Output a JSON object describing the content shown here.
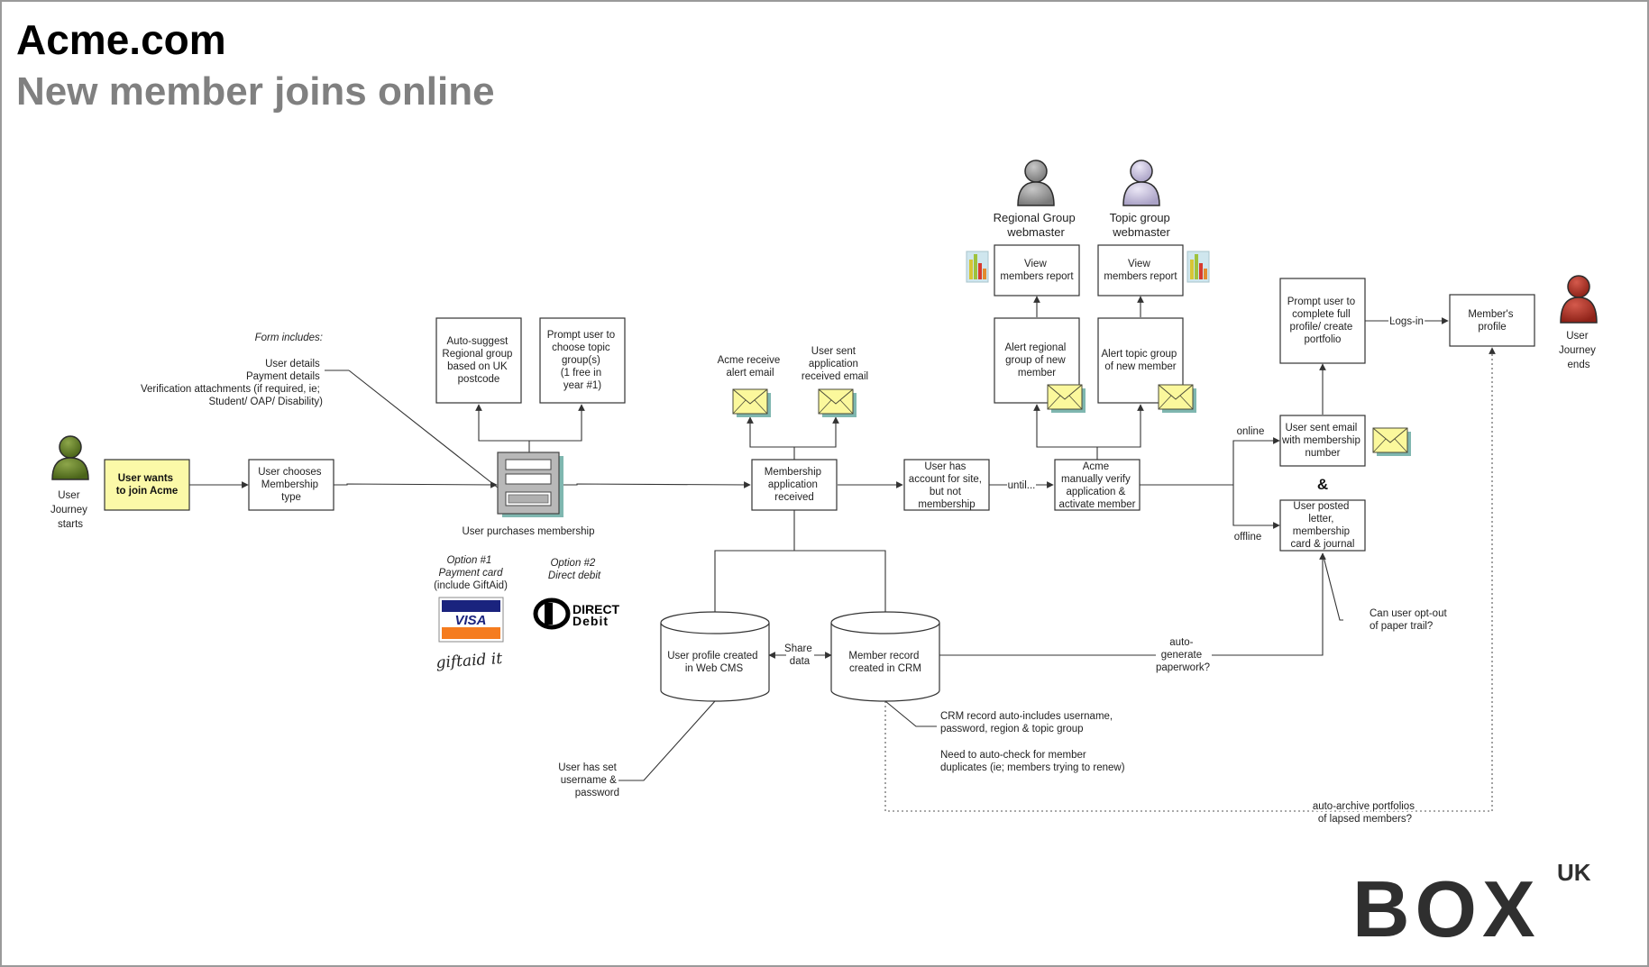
{
  "header": {
    "title": "Acme.com",
    "subtitle": "New member joins online"
  },
  "actors": {
    "start": [
      "User",
      "Journey",
      "starts"
    ],
    "end": [
      "User",
      "Journey",
      "ends"
    ],
    "regional": [
      "Regional Group",
      "webmaster"
    ],
    "topic": [
      "Topic group",
      "webmaster"
    ]
  },
  "colors": {
    "start_user": "#5d7a26",
    "end_user": "#b23a2e",
    "regional_user": "#9a9a9a",
    "topic_user": "#c9c3dc",
    "yellow_box": "#fbf9a8",
    "envelope": "#fbf89c"
  },
  "nodes": {
    "wants": [
      "User wants",
      "to join Acme"
    ],
    "chooses": [
      "User chooses",
      "Membership",
      "type"
    ],
    "autosuggest": [
      "Auto-suggest",
      "Regional group",
      "based on UK",
      "postcode"
    ],
    "prompt_topic": [
      "Prompt user to",
      "choose topic",
      "group(s)",
      "(1 free in",
      "year #1)"
    ],
    "purchases": "User purchases membership",
    "received": [
      "Membership",
      "application",
      "received"
    ],
    "account": [
      "User has",
      "account for site,",
      "but not",
      "membership"
    ],
    "verify": [
      "Acme",
      "manually verify",
      "application &",
      "activate member"
    ],
    "alert_regional": [
      "Alert regional",
      "group of new",
      "member"
    ],
    "alert_topic": [
      "Alert topic group",
      "of new member"
    ],
    "view_regional": [
      "View",
      "members report"
    ],
    "view_topic": [
      "View",
      "members report"
    ],
    "sent_email": [
      "User sent email",
      "with membership",
      "number"
    ],
    "posted": [
      "User posted",
      "letter,",
      "membership",
      "card & journal"
    ],
    "prompt_profile": [
      "Prompt user to",
      "complete full",
      "profile/ create",
      "portfolio"
    ],
    "members_profile": [
      "Member's",
      "profile"
    ],
    "cms": [
      "User profile created",
      "in Web CMS"
    ],
    "crm": [
      "Member record",
      "created in CRM"
    ]
  },
  "labels": {
    "form_title": "Form includes:",
    "form_items": [
      "User details",
      "Payment details",
      "Verification attachments (if required, ie;",
      "Student/ OAP/ Disability)"
    ],
    "option1": [
      "Option #1",
      "Payment card"
    ],
    "option1_note": "(include GiftAid)",
    "option2": [
      "Option #2",
      "Direct debit"
    ],
    "acme_alert": [
      "Acme receive",
      "alert email"
    ],
    "user_sent_received": [
      "User sent",
      "application",
      "received email"
    ],
    "until": "until...",
    "online": "online",
    "offline": "offline",
    "amp": "&",
    "logs_in": "Logs-in",
    "share": [
      "Share",
      "data"
    ],
    "auto_generate": [
      "auto-",
      "generate",
      "paperwork?"
    ],
    "opt_out": [
      "Can user opt-out",
      "of paper trail?"
    ],
    "crm_note1": [
      "CRM record auto-includes username,",
      "password, region & topic group"
    ],
    "crm_note2": [
      "Need to auto-check for member",
      "duplicates (ie; members trying to renew)"
    ],
    "username_note": [
      "User has set",
      "username &",
      "password"
    ],
    "archive": [
      "auto-archive portfolios",
      "of lapsed members?"
    ]
  },
  "logos": {
    "visa": "VISA",
    "giftaid": "giftaid it",
    "direct": "DIRECT",
    "debit": "Debit",
    "box": "BOX",
    "uk": "UK"
  },
  "icons": [
    "person-icon",
    "envelope-icon",
    "report-chart-icon",
    "web-form-icon",
    "database-icon"
  ]
}
